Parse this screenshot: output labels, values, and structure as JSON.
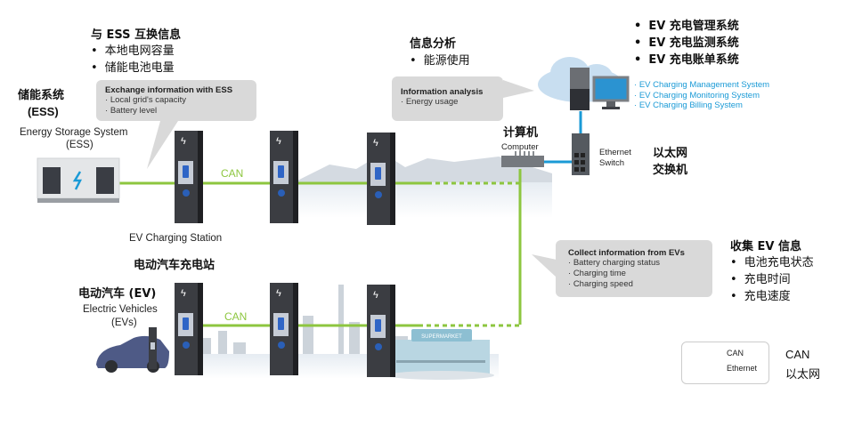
{
  "ess_exchange_zh": {
    "title": "与 ESS 互换信息",
    "items": [
      "本地电网容量",
      "储能电池电量"
    ]
  },
  "ess_label": {
    "zh": "储能系统",
    "zh_abbr": "(ESS)",
    "en": "Energy Storage System",
    "en_abbr": "(ESS)"
  },
  "ess_bubble": {
    "title": "Exchange information with ESS",
    "items": [
      "Local grid's capacity",
      "Battery level"
    ]
  },
  "analysis_zh": {
    "title": "信息分析",
    "items": [
      "能源使用"
    ]
  },
  "analysis_bubble": {
    "title": "Information analysis",
    "items": [
      "Energy usage"
    ]
  },
  "systems_zh": [
    "EV 充电管理系统",
    "EV 充电监测系统",
    "EV 充电账单系统"
  ],
  "systems_en": [
    "EV Charging Management System",
    "EV Charging Monitoring System",
    "EV Charging Billing System"
  ],
  "computer": {
    "zh": "计算机",
    "en": "Computer"
  },
  "switch": {
    "en_line1": "Ethernet",
    "en_line2": "Switch",
    "zh_line1": "以太网",
    "zh_line2": "交换机"
  },
  "station_label": {
    "en": "EV Charging Station",
    "zh": "电动汽车充电站"
  },
  "can_labels": [
    "CAN",
    "CAN"
  ],
  "ev_label": {
    "zh": "电动汽车 (EV)",
    "en": "Electric Vehicles",
    "en_abbr": "(EVs)"
  },
  "collect_bubble": {
    "title": "Collect information from EVs",
    "items": [
      "Battery charging status",
      "Charging time",
      "Charging speed"
    ]
  },
  "collect_zh": {
    "title": "收集 EV 信息",
    "items": [
      "电池充电状态",
      "充电时间",
      "充电速度"
    ]
  },
  "legend": {
    "items": [
      {
        "label": "CAN",
        "color": "#8dc63f"
      },
      {
        "label": "Ethernet",
        "color": "#1a9ad6"
      }
    ],
    "zh": [
      "CAN",
      "以太网"
    ]
  },
  "supermarket_sign": "SUPERMARKET",
  "colors": {
    "can": "#8dc63f",
    "ethernet": "#1a9ad6",
    "bubble": "#d9d9d9"
  }
}
